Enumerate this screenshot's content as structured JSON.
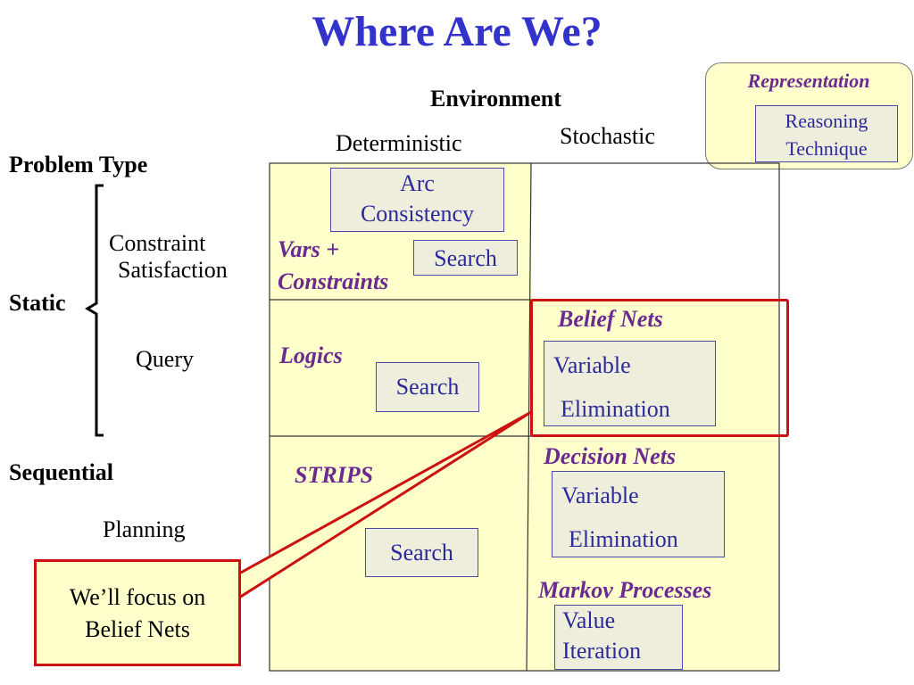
{
  "title": "Where Are We?",
  "environment": {
    "heading": "Environment",
    "deterministic": "Deterministic",
    "stochastic": "Stochastic"
  },
  "problem_type": {
    "heading": "Problem Type",
    "static": "Static",
    "constraint_line1": "Constraint",
    "constraint_line2": "Satisfaction",
    "query": "Query",
    "sequential": "Sequential",
    "planning": "Planning"
  },
  "legend": {
    "representation": "Representation",
    "reasoning_line1": "Reasoning",
    "reasoning_line2": "Technique"
  },
  "grid": {
    "csp": {
      "rep_line1": "Vars +",
      "rep_line2": "Constraints",
      "tech1_line1": "Arc",
      "tech1_line2": "Consistency",
      "tech2": "Search"
    },
    "logic": {
      "rep": "Logics",
      "tech": "Search"
    },
    "belief": {
      "rep": "Belief Nets",
      "tech_line1": "Variable",
      "tech_line2": "Elimination"
    },
    "strips": {
      "rep": "STRIPS",
      "tech": "Search"
    },
    "decision": {
      "rep": "Decision Nets",
      "tech_line1": "Variable",
      "tech_line2": "Elimination"
    },
    "markov": {
      "rep": "Markov Processes",
      "tech_line1": "Value",
      "tech_line2": "Iteration"
    }
  },
  "callout": {
    "line1": "We’ll focus on",
    "line2": "Belief Nets"
  },
  "colors": {
    "title": "#3333cc",
    "cell_fill": "#ffffcc",
    "representation": "#6a2a90",
    "technique_text": "#2a2a9a",
    "technique_fill": "#efeedd",
    "highlight": "#cc1111"
  }
}
